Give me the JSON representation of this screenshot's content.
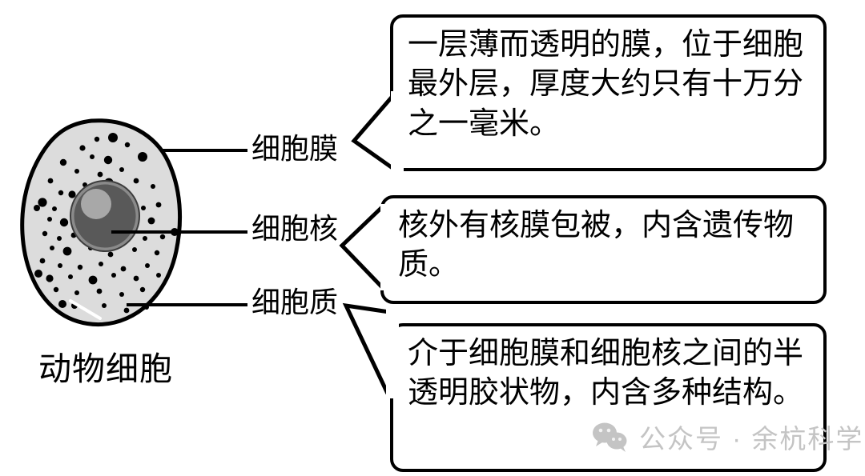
{
  "diagram": {
    "caption": "动物细胞",
    "labels": {
      "membrane": "细胞膜",
      "nucleus": "细胞核",
      "cytoplasm": "细胞质"
    }
  },
  "callouts": [
    {
      "target": "细胞膜",
      "text": "一层薄而透明的膜，位于细胞最外层，厚度大约只有十万分之一毫米。"
    },
    {
      "target": "细胞核",
      "text": "核外有核膜包被，内含遗传物质。"
    },
    {
      "target": "细胞质",
      "text": "介于细胞膜和细胞核之间的半透明胶状物，内含多种结构。"
    }
  ],
  "watermark": {
    "icon": "wechat-icon",
    "text": "公众号 · 余杭科学"
  },
  "colors": {
    "cytoplasm": "#dcdcdc",
    "membrane_outline": "#000000",
    "nucleus": "#595959",
    "nucleus_outline": "#3d3d3d",
    "nucleolus": "#a8a8a8",
    "granule": "#000000",
    "watermark_gray": "#c4c4c4",
    "callout_border": "#000000",
    "background": "#ffffff"
  }
}
